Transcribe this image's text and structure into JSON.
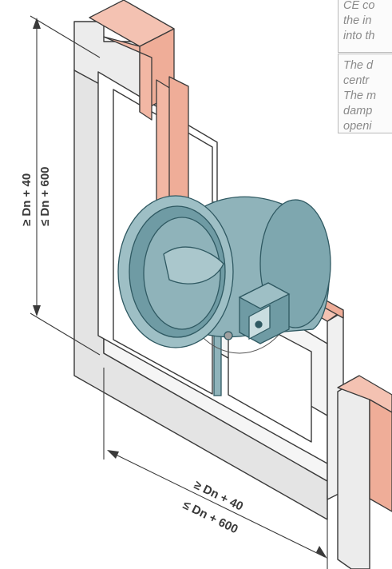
{
  "notes": [
    {
      "lines": [
        "CE co",
        "the in",
        "into th"
      ]
    },
    {
      "lines": [
        "The d",
        "centr",
        "The m",
        "damp",
        "openi"
      ]
    }
  ],
  "dimensions": {
    "vertical_min": "≥ Dn + 40",
    "vertical_max": "≤ Dn + 600",
    "horizontal_min": "≥ Dn + 40",
    "horizontal_max": "≤ Dn + 600"
  },
  "colors": {
    "wall_face": "#ececec",
    "wall_outline": "#3a3a3a",
    "brick": "#f2b7a4",
    "damper_body": "#8fb3ba",
    "damper_dark": "#4d7c86",
    "dimension_line": "#3a3a3a"
  }
}
